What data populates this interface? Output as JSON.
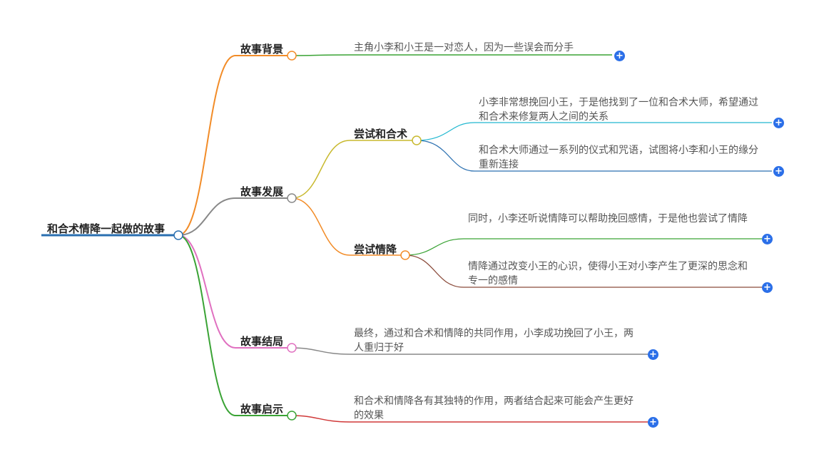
{
  "root": {
    "label": "和合术情降一起做的故事"
  },
  "branches": [
    {
      "label": "故事背景",
      "color": "#f28c28",
      "leaves": [
        {
          "text": "主角小李和小王是一对恋人，因为一些误会而分手",
          "color": "#3aa335"
        }
      ]
    },
    {
      "label": "故事发展",
      "color": "#888888",
      "children": [
        {
          "label": "尝试和合术",
          "color": "#c8b92e",
          "leaves": [
            {
              "text": "小李非常想挽回小王，于是他找到了一位和合术大师，希望通过和合术来修复两人之间的关系",
              "color": "#22b8d0"
            },
            {
              "text": "和合术大师通过一系列的仪式和咒语，试图将小李和小王的缘分重新连接",
              "color": "#2a6fb0"
            }
          ]
        },
        {
          "label": "尝试情降",
          "color": "#f28c28",
          "leaves": [
            {
              "text": "同时，小李还听说情降可以帮助挽回感情，于是他也尝试了情降",
              "color": "#3aa335"
            },
            {
              "text": "情降通过改变小王的心识，使得小王对小李产生了更深的思念和专一的感情",
              "color": "#8a4a3a"
            }
          ]
        }
      ]
    },
    {
      "label": "故事结局",
      "color": "#e070c0",
      "leaves": [
        {
          "text": "最终，通过和合术和情降的共同作用，小李成功挽回了小王，两人重归于好",
          "color": "#888888"
        }
      ]
    },
    {
      "label": "故事启示",
      "color": "#3aa335",
      "leaves": [
        {
          "text": "和合术和情降各有其独特的作用，两者结合起来可能会产生更好的效果",
          "color": "#d03838"
        }
      ]
    }
  ],
  "colors": {
    "root_line": "#2a6fb0",
    "plus": "#2b6fe8"
  },
  "icons": {
    "expand": "plus-icon"
  }
}
